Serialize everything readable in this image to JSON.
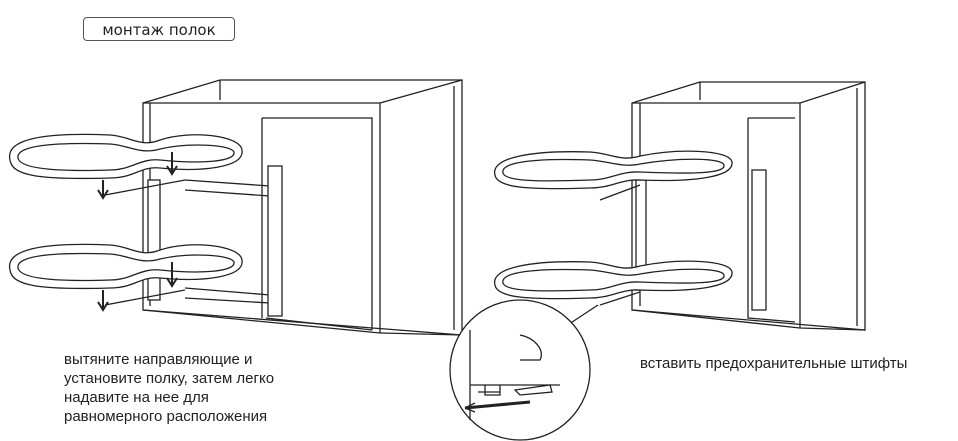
{
  "title": "монтаж полок",
  "captions": {
    "left": [
      "вытяните направляющие и",
      "установите полку, затем  легко",
      "надавите на нее для",
      "равномерного расположения"
    ],
    "right": "вставить предохранительные штифты"
  }
}
